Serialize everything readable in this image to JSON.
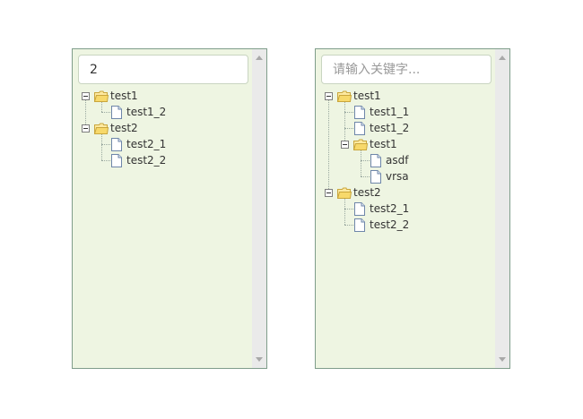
{
  "left_panel": {
    "search_value": "2",
    "tree": {
      "n1": "test1",
      "n1_1": "test1_2",
      "n2": "test2",
      "n2_1": "test2_1",
      "n2_2": "test2_2"
    }
  },
  "right_panel": {
    "search_placeholder": "请输入关键字...",
    "tree": {
      "n1": "test1",
      "n1_1": "test1_1",
      "n1_2": "test1_2",
      "n1_3": "test1",
      "n1_3_1": "asdf",
      "n1_3_2": "vrsa",
      "n2": "test2",
      "n2_1": "test2_1",
      "n2_2": "test2_2"
    }
  },
  "icons": {
    "folder": "folder-open-icon",
    "file": "file-icon",
    "collapse": "collapse-minus-icon"
  },
  "colors": {
    "panel_bg": "#eef5e2",
    "panel_border": "#7f9d8a",
    "folder": "#f7d96b"
  }
}
